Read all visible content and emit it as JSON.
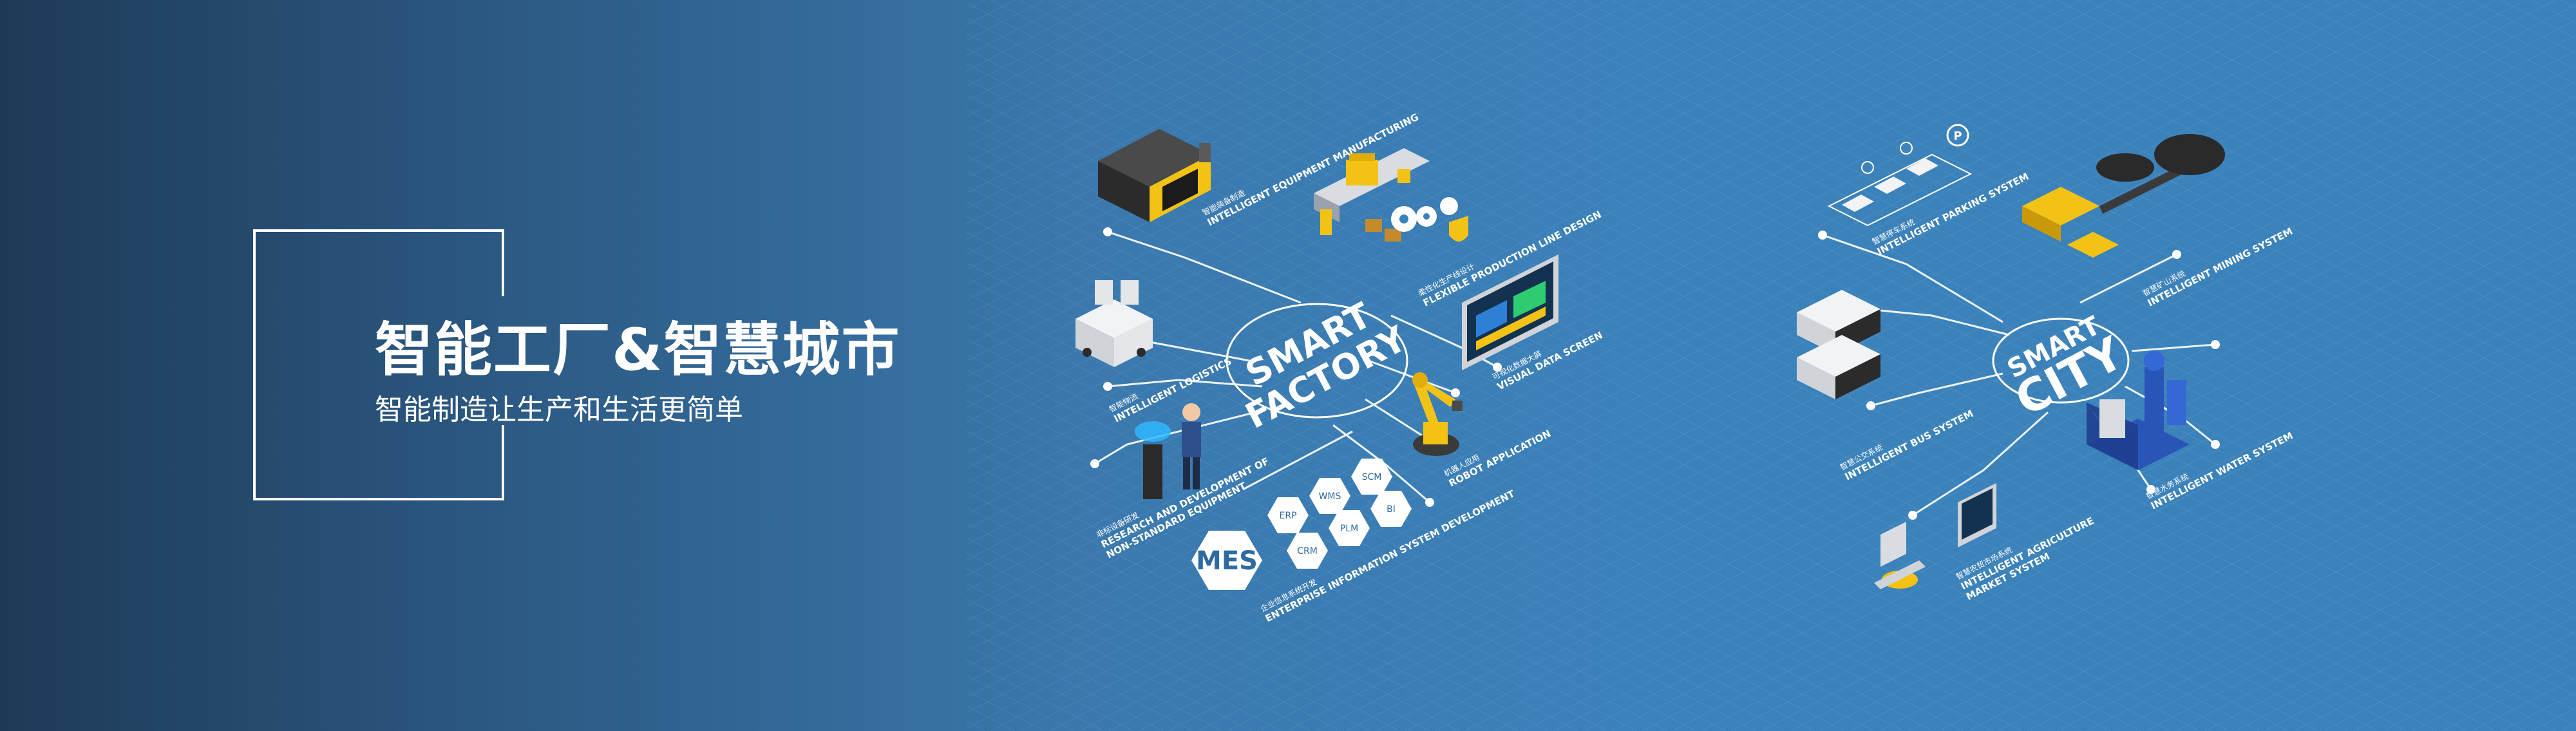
{
  "banner": {
    "title": "智能工厂&智慧城市",
    "subtitle": "智能制造让生产和生活更简单"
  },
  "colors": {
    "background_left": "#1e3a57",
    "background_right": "#3b82bb",
    "accent_yellow": "#f2c315",
    "line_white": "#ffffff"
  },
  "smart_factory": {
    "hub_line1": "SMART",
    "hub_line2": "FACTORY",
    "labels": [
      {
        "cn": "智能装备制造",
        "en": "INTELLIGENT EQUIPMENT MANUFACTURING"
      },
      {
        "cn": "柔性化生产线设计",
        "en": "FLEXIBLE PRODUCTION LINE DESIGN"
      },
      {
        "cn": "可视化数据大屏",
        "en": "VISUAL DATA SCREEN"
      },
      {
        "cn": "机器人应用",
        "en": "ROBOT APPLICATION"
      },
      {
        "cn": "企业信息系统开发",
        "en": "ENTERPRISE INFORMATION SYSTEM DEVELOPMENT"
      },
      {
        "cn": "非标设备研发",
        "en": "RESEARCH AND DEVELOPMENT OF"
      },
      {
        "cn": "",
        "en": "NON-STANDARD EQUIPMENT"
      },
      {
        "cn": "智能物流",
        "en": "INTELLIGENT LOGISTICS"
      }
    ],
    "mes_hexagons": [
      "MES",
      "ERP",
      "WMS",
      "SCM",
      "CRM",
      "PLM",
      "BI"
    ]
  },
  "smart_city": {
    "hub_line1": "SMART",
    "hub_line2": "CITY",
    "labels": [
      {
        "cn": "智慧停车系统",
        "en": "INTELLIGENT PARKING SYSTEM"
      },
      {
        "cn": "智慧矿山系统",
        "en": "INTELLIGENT MINING SYSTEM"
      },
      {
        "cn": "智慧水务系统",
        "en": "INTELLIGENT WATER SYSTEM"
      },
      {
        "cn": "智慧农贸市场系统",
        "en": "INTELLIGENT AGRICULTURE"
      },
      {
        "cn": "",
        "en": "MARKET SYSTEM"
      },
      {
        "cn": "智慧公交系统",
        "en": "INTELLIGENT BUS SYSTEM"
      }
    ],
    "parking_sign": "P"
  }
}
